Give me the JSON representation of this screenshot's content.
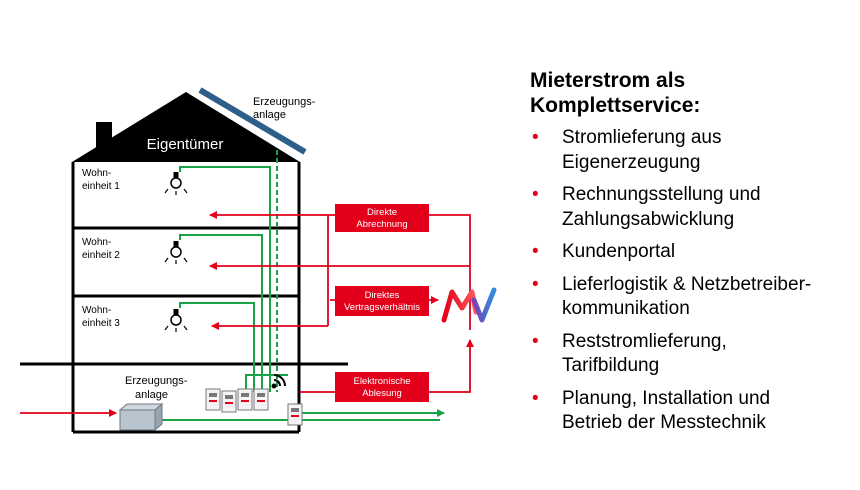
{
  "diagram": {
    "roof_label": "Eigentümer",
    "generation_top_line1": "Erzeugungs-",
    "generation_top_line2": "anlage",
    "units": [
      {
        "line1": "Wohn-",
        "line2": "einheit 1"
      },
      {
        "line1": "Wohn-",
        "line2": "einheit 2"
      },
      {
        "line1": "Wohn-",
        "line2": "einheit 3"
      }
    ],
    "basement_line1": "Erzeugungs-",
    "basement_line2": "anlage",
    "boxes": [
      {
        "line1": "Direkte",
        "line2": "Abrechnung"
      },
      {
        "line1": "Direktes",
        "line2": "Vertragsverhältnis"
      },
      {
        "line1": "Elektronische",
        "line2": "Ablesung"
      }
    ],
    "colors": {
      "red": "#e2001a",
      "green": "#1aa346",
      "black": "#000000",
      "roof": "#000000",
      "panel": "#2d5f8a"
    }
  },
  "panel": {
    "title_line1": "Mieterstrom als",
    "title_line2": "Komplettservice:",
    "items": [
      {
        "line1": "Stromlieferung  aus",
        "line2": "Eigenerzeugung"
      },
      {
        "line1": "Rechnungsstellung  und",
        "line2": "Zahlungsabwicklung"
      },
      {
        "line1": "Kundenportal",
        "line2": ""
      },
      {
        "line1": "Lieferlogistik & Netzbetreiber-",
        "line2": "kommunikation"
      },
      {
        "line1": "Reststromlieferung,",
        "line2": "Tarifbildung"
      },
      {
        "line1": "Planung,  Installation und",
        "line2": "Betrieb der Messtechnik"
      }
    ],
    "bullet": "•"
  }
}
